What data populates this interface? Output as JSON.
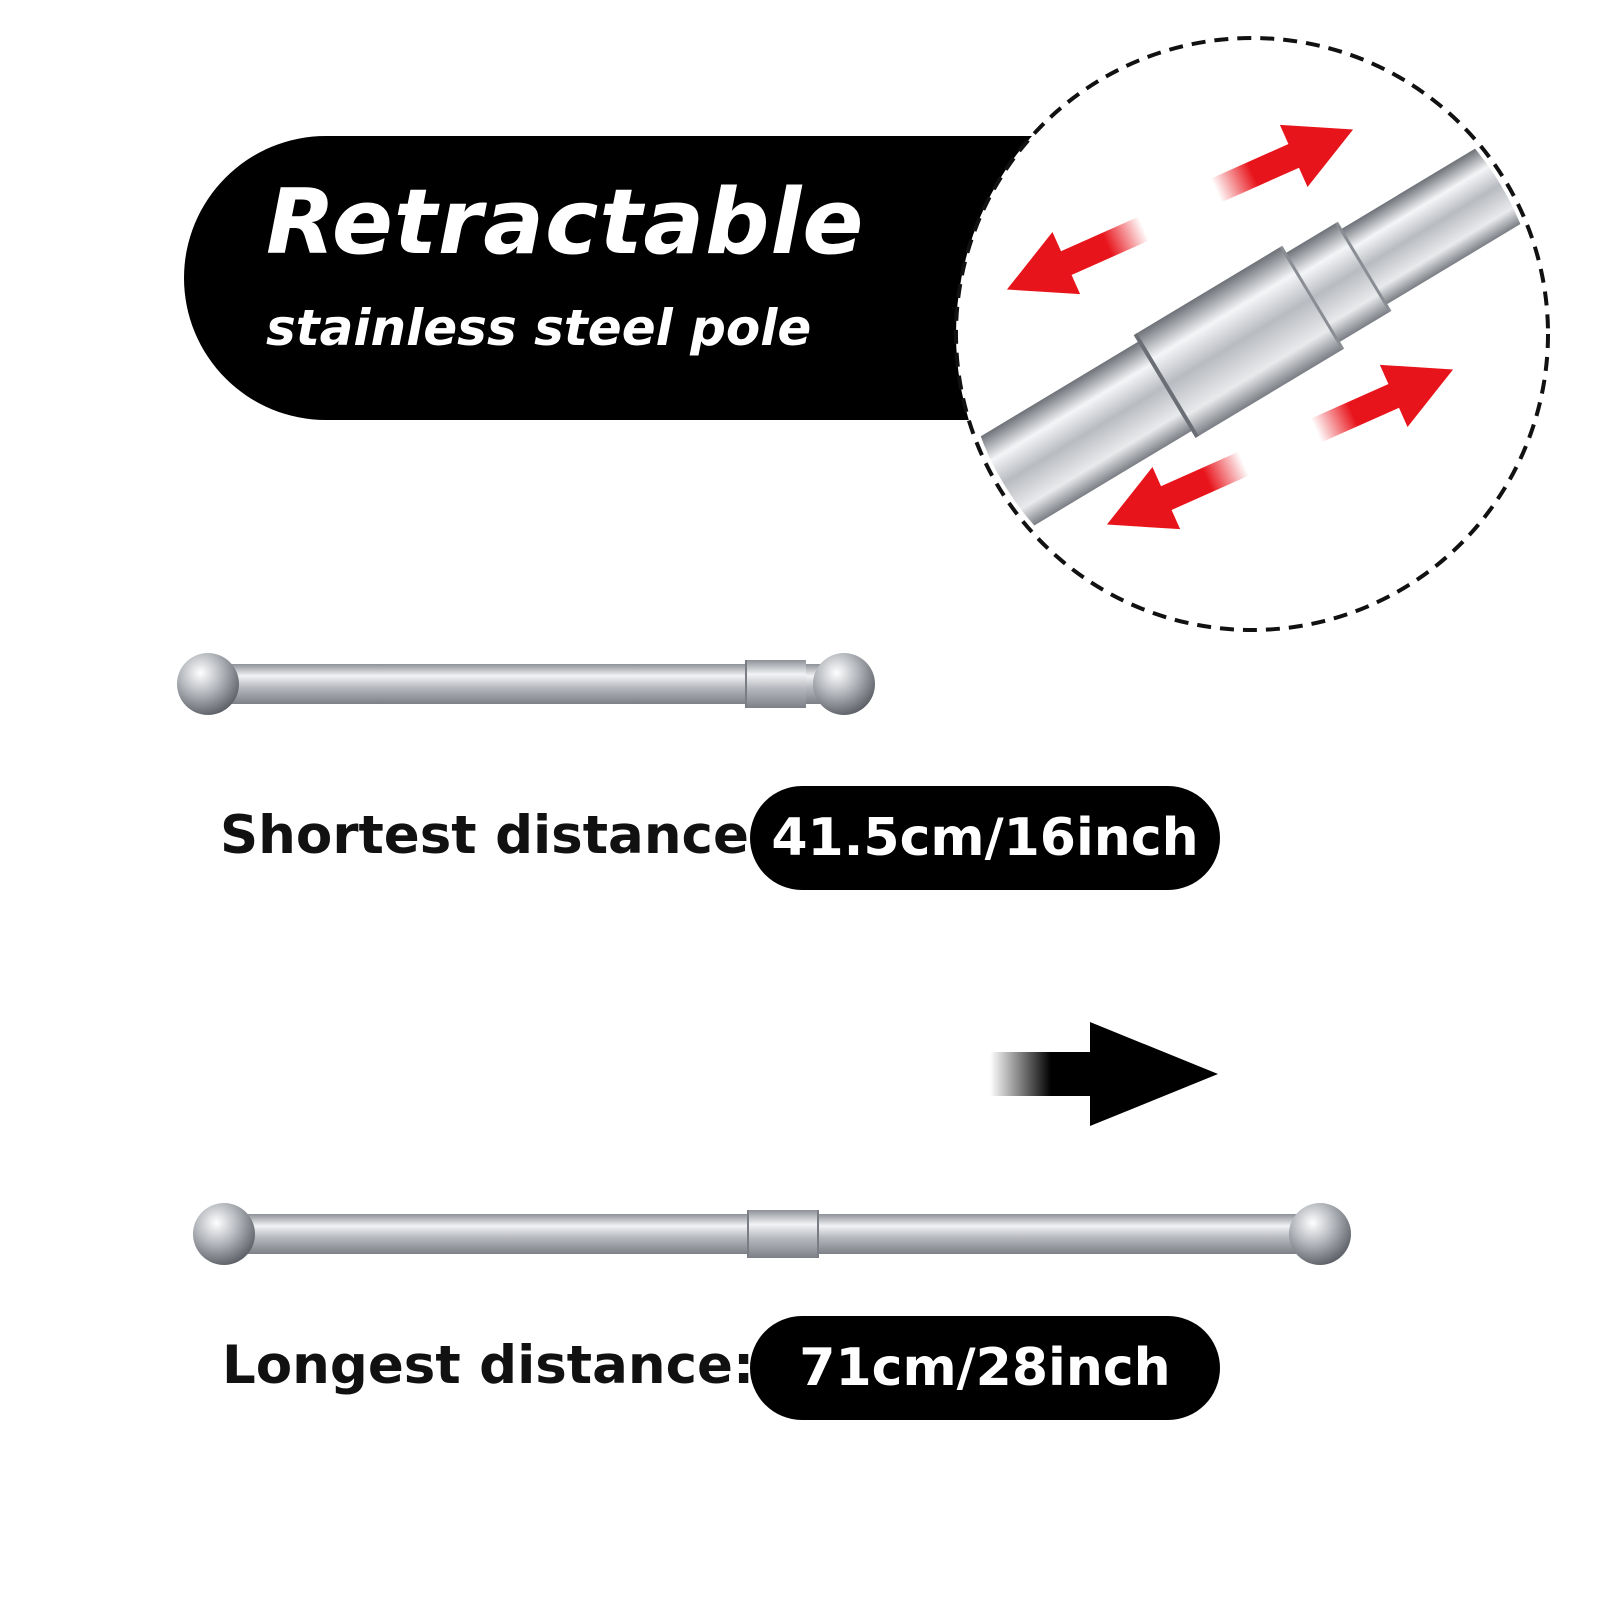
{
  "banner": {
    "title": "Retractable",
    "subtitle": "stainless steel pole"
  },
  "shortest": {
    "label": "Shortest distance:",
    "value": "41.5cm/16inch"
  },
  "longest": {
    "label": "Longest distance:",
    "value": "71cm/28inch"
  },
  "colors": {
    "background": "#ffffff",
    "banner": "#000000",
    "arrow_red": "#e8141b",
    "arrow_black": "#000000",
    "steel": "#b9bcc1"
  },
  "icons": [
    "double-headed-red-arrow-icon",
    "black-right-arrow-icon"
  ]
}
